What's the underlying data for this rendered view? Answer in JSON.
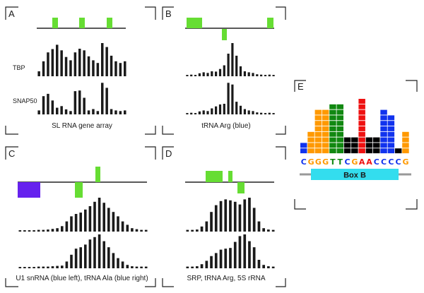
{
  "panels": [
    {
      "letter": "A",
      "caption": "SL RNA gene array",
      "track_labels": [
        "TBP",
        "SNAP50"
      ],
      "signals": [
        [
          0.15,
          0.45,
          0.72,
          0.82,
          0.95,
          0.78,
          0.58,
          0.48,
          0.72,
          0.83,
          0.78,
          0.6,
          0.48,
          0.4,
          1.0,
          0.88,
          0.62,
          0.45,
          0.4,
          0.45
        ],
        [
          0.12,
          0.55,
          0.62,
          0.42,
          0.2,
          0.25,
          0.15,
          0.1,
          0.7,
          0.72,
          0.5,
          0.12,
          0.16,
          0.1,
          0.95,
          0.8,
          0.16,
          0.12,
          0.1,
          0.12
        ]
      ]
    },
    {
      "letter": "B",
      "caption": "tRNA Arg (blue)",
      "signals": [
        [
          0.04,
          0.05,
          0.04,
          0.09,
          0.12,
          0.1,
          0.15,
          0.14,
          0.22,
          0.33,
          0.68,
          1.0,
          0.62,
          0.3,
          0.15,
          0.12,
          0.1,
          0.06,
          0.05,
          0.04,
          0.05,
          0.04
        ],
        [
          0.04,
          0.05,
          0.04,
          0.09,
          0.12,
          0.1,
          0.18,
          0.24,
          0.3,
          0.32,
          0.95,
          0.9,
          0.38,
          0.26,
          0.16,
          0.12,
          0.1,
          0.06,
          0.05,
          0.04,
          0.05,
          0.04
        ]
      ]
    },
    {
      "letter": "C",
      "caption": "U1 snRNA (blue left), tRNA Ala (blue right)",
      "signals": [
        [
          0.04,
          0.04,
          0.04,
          0.04,
          0.05,
          0.05,
          0.06,
          0.08,
          0.1,
          0.16,
          0.3,
          0.45,
          0.52,
          0.56,
          0.65,
          0.75,
          0.88,
          1.0,
          0.85,
          0.7,
          0.58,
          0.45,
          0.3,
          0.2,
          0.1,
          0.07,
          0.05,
          0.05
        ],
        [
          0.04,
          0.04,
          0.04,
          0.04,
          0.05,
          0.05,
          0.05,
          0.06,
          0.07,
          0.08,
          0.2,
          0.4,
          0.58,
          0.62,
          0.7,
          0.85,
          0.92,
          1.0,
          0.8,
          0.62,
          0.45,
          0.3,
          0.2,
          0.1,
          0.06,
          0.05,
          0.05,
          0.05
        ]
      ]
    },
    {
      "letter": "D",
      "caption": "SRP, tRNA Arg, 5S rRNA",
      "signals": [
        [
          0.05,
          0.05,
          0.06,
          0.15,
          0.3,
          0.58,
          0.78,
          0.9,
          0.95,
          0.92,
          0.88,
          0.8,
          0.95,
          1.0,
          0.7,
          0.3,
          0.1,
          0.06,
          0.05
        ],
        [
          0.05,
          0.05,
          0.06,
          0.12,
          0.22,
          0.36,
          0.45,
          0.55,
          0.58,
          0.6,
          0.78,
          0.95,
          1.0,
          0.8,
          0.62,
          0.25,
          0.1,
          0.06,
          0.05
        ]
      ]
    },
    {
      "letter": "E",
      "sequence": [
        "C",
        "G",
        "G",
        "G",
        "T",
        "T",
        "C",
        "G",
        "A",
        "A",
        "C",
        "C",
        "C",
        "C",
        "G"
      ],
      "logo_heights": [
        2,
        4,
        8,
        8,
        9,
        9,
        3,
        3,
        10,
        3,
        3,
        8,
        7,
        1,
        4
      ],
      "box_label": "Box B"
    }
  ],
  "colors": {
    "green": "#66dd33",
    "purple": "#6622ee",
    "cyan": "#33ddee",
    "orange": "#ff9900",
    "blue": "#1133ee",
    "darkgreen": "#118811",
    "red": "#ee1111",
    "black": "#000000",
    "grey": "#999999"
  }
}
